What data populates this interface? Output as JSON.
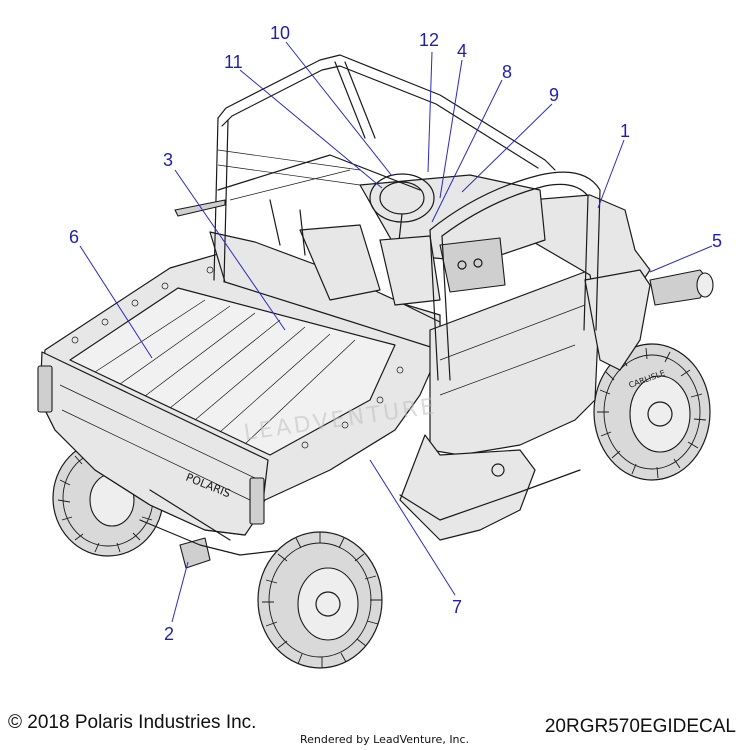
{
  "diagram": {
    "callouts": [
      {
        "id": "1",
        "label": "1"
      },
      {
        "id": "2",
        "label": "2"
      },
      {
        "id": "3",
        "label": "3"
      },
      {
        "id": "4",
        "label": "4"
      },
      {
        "id": "5",
        "label": "5"
      },
      {
        "id": "6",
        "label": "6"
      },
      {
        "id": "7",
        "label": "7"
      },
      {
        "id": "8",
        "label": "8"
      },
      {
        "id": "9",
        "label": "9"
      },
      {
        "id": "10",
        "label": "10"
      },
      {
        "id": "11",
        "label": "11"
      },
      {
        "id": "12",
        "label": "12"
      }
    ],
    "brand_text": "POLARIS",
    "tire_text": "CARLISLE",
    "watermark": "LEADVENTURE"
  },
  "footer": {
    "copyright": "© 2018 Polaris Industries Inc.",
    "rendered_by": "Rendered by LeadVenture, Inc.",
    "part_code": "20RGR570EGIDECAL"
  },
  "colors": {
    "callout": "#1f1fb4",
    "line_art": "#1a1a1a",
    "body_fill": "#e7e7e7"
  }
}
